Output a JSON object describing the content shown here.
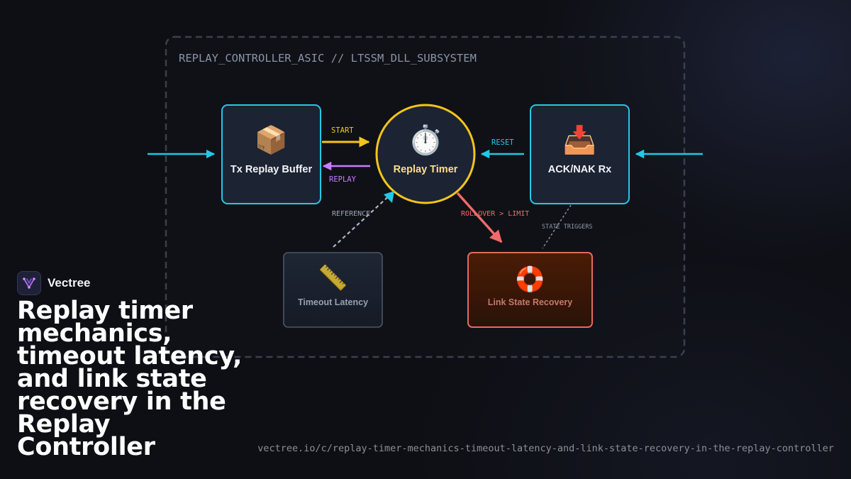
{
  "subsystem_title": "REPLAY_CONTROLLER_ASIC // LTSSM_DLL_SUBSYSTEM",
  "nodes": {
    "tx_buffer": {
      "label": "Tx Replay Buffer",
      "icon": "package-icon",
      "glyph": "📦"
    },
    "replay_timer": {
      "label": "Replay Timer",
      "icon": "stopwatch-icon",
      "glyph": "⏱️"
    },
    "ack_nak": {
      "label": "ACK/NAK Rx",
      "icon": "inbox-tray-icon",
      "glyph": "📥"
    },
    "timeout_latency": {
      "label": "Timeout Latency",
      "icon": "ruler-icon",
      "glyph": "📏"
    },
    "link_recovery": {
      "label": "Link State Recovery",
      "icon": "lifebuoy-icon",
      "glyph": "🛟"
    }
  },
  "edges": {
    "start": "START",
    "replay": "REPLAY",
    "reset": "RESET",
    "reference": "REFERENCE",
    "rollover": "ROLLOVER > LIMIT",
    "state_triggers": "STATE TRIGGERS"
  },
  "colors": {
    "cyan": "#22c8e6",
    "yellow": "#f5c518",
    "violet": "#c77dff",
    "red": "#f06a6a",
    "node_fill": "#1c2333",
    "recovery_fill": "#3a1606"
  },
  "brand": {
    "name": "Vectree"
  },
  "headline": "Replay timer mechanics, timeout latency, and link state recovery in the Replay Controller",
  "url": "vectree.io/c/replay-timer-mechanics-timeout-latency-and-link-state-recovery-in-the-replay-controller"
}
